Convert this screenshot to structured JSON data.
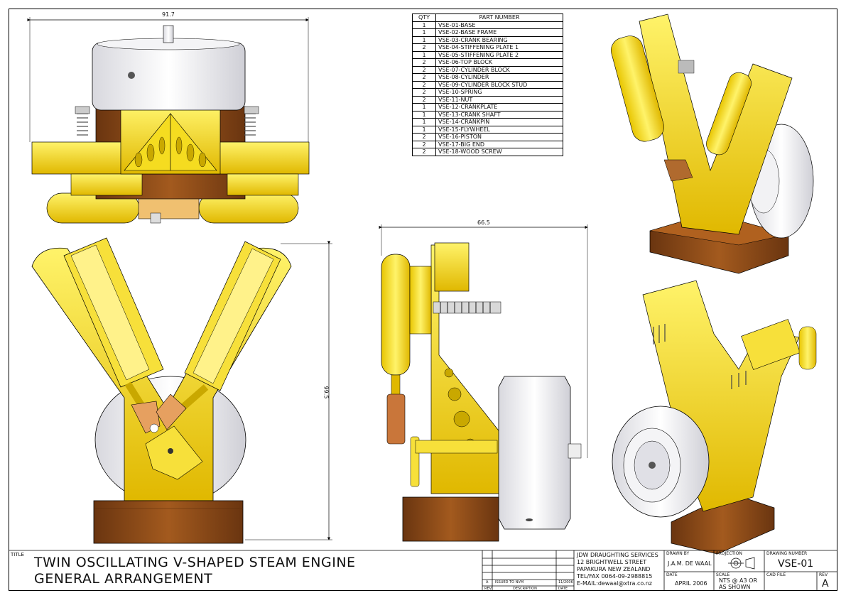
{
  "dimensions": {
    "front_width": "91.7",
    "side_width": "66.5",
    "height": "99.5"
  },
  "parts_list": {
    "headers": [
      "QTY",
      "PART NUMBER"
    ],
    "rows": [
      {
        "qty": "1",
        "part": "VSE-01-BASE"
      },
      {
        "qty": "1",
        "part": "VSE-02-BASE FRAME"
      },
      {
        "qty": "1",
        "part": "VSE-03-CRANK BEARING"
      },
      {
        "qty": "2",
        "part": "VSE-04-STIFFENING PLATE 1"
      },
      {
        "qty": "1",
        "part": "VSE-05-STIFFENING PLATE 2"
      },
      {
        "qty": "2",
        "part": "VSE-06-TOP BLOCK"
      },
      {
        "qty": "2",
        "part": "VSE-07-CYLINDER BLOCK"
      },
      {
        "qty": "2",
        "part": "VSE-08-CYLINDER"
      },
      {
        "qty": "2",
        "part": "VSE-09-CYLINDER BLOCK STUD"
      },
      {
        "qty": "2",
        "part": "VSE-10-SPRING"
      },
      {
        "qty": "2",
        "part": "VSE-11-NUT"
      },
      {
        "qty": "1",
        "part": "VSE-12-CRANKPLATE"
      },
      {
        "qty": "1",
        "part": "VSE-13-CRANK SHAFT"
      },
      {
        "qty": "1",
        "part": "VSE-14-CRANKPIN"
      },
      {
        "qty": "1",
        "part": "VSE-15-FLYWHEEL"
      },
      {
        "qty": "2",
        "part": "VSE-16-PISTON"
      },
      {
        "qty": "2",
        "part": "VSE-17-BIG END"
      },
      {
        "qty": "2",
        "part": "VSE-18-WOOD SCREW"
      }
    ]
  },
  "title_block": {
    "title_label": "TITLE",
    "title_line1": "TWIN OSCILLATING V-SHAPED STEAM ENGINE",
    "title_line2": "GENERAL ARRANGEMENT",
    "rev_row": {
      "rev": "A",
      "description": "ISSUED TO NVM",
      "date": "11/2006"
    },
    "rev_headers": {
      "rev": "REV",
      "description": "DESCRIPTION",
      "date": "DATE"
    },
    "company": [
      "JDW DRAUGHTING SERVICES",
      "12 BRIGHTWELL STREET",
      "PAPAKURA NEW ZEALAND",
      "TEL/FAX 0064-09-2988815",
      "E-MAIL:dewaal@xtra.co.nz"
    ],
    "drawn_by_label": "DRAWN BY",
    "drawn_by": "J.A.M. DE WAAL",
    "date_label": "DATE",
    "date": "APRIL 2006",
    "projection_label": "PROJECTION",
    "scale_label": "SCALE",
    "scale": [
      "NTS @ A3 OR",
      "AS SHOWN"
    ],
    "drawing_number_label": "DRAWING NUMBER",
    "drawing_number": "VSE-01",
    "cad_file_label": "CAD FILE",
    "rev_label": "REV",
    "rev": "A"
  },
  "colors": {
    "brass": "#f5d90a",
    "brass_dark": "#c9a800",
    "wood": "#8a4a16",
    "wood_dark": "#5a2d0a",
    "steel": "#e8e8ec",
    "copper": "#c9763a"
  }
}
